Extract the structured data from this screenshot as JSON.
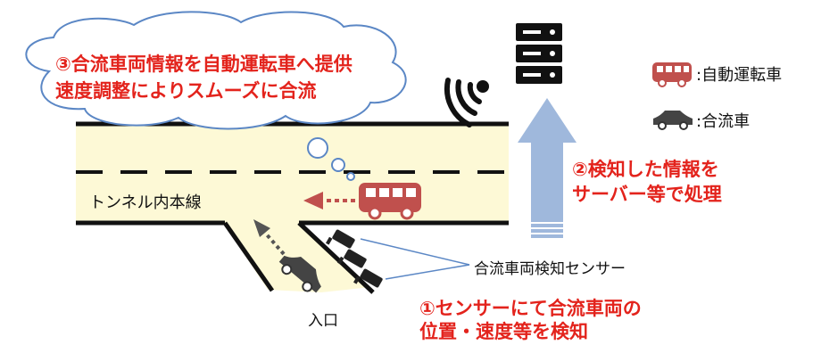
{
  "cloud": {
    "line1": "③合流車両情報を自動運転車へ提供",
    "line2": "速度調整によりスムーズに合流"
  },
  "step2": {
    "line1": "②検知した情報を",
    "line2": "サーバー等で処理"
  },
  "step1": {
    "line1": "①センサーにて合流車両の",
    "line2": "位置・速度等を検知"
  },
  "labels": {
    "tunnel": "トンネル内本線",
    "entrance": "入口",
    "sensor": "合流車両検知センサー"
  },
  "legend": {
    "auto": ":自動運転車",
    "merge": ":合流車"
  },
  "colors": {
    "accent_red": "#e3231c",
    "road_fill": "#fdf9d6",
    "bus": "#c0504d",
    "arrow_blue": "#9fb8dc",
    "cloud_stroke": "#5b87c5"
  }
}
